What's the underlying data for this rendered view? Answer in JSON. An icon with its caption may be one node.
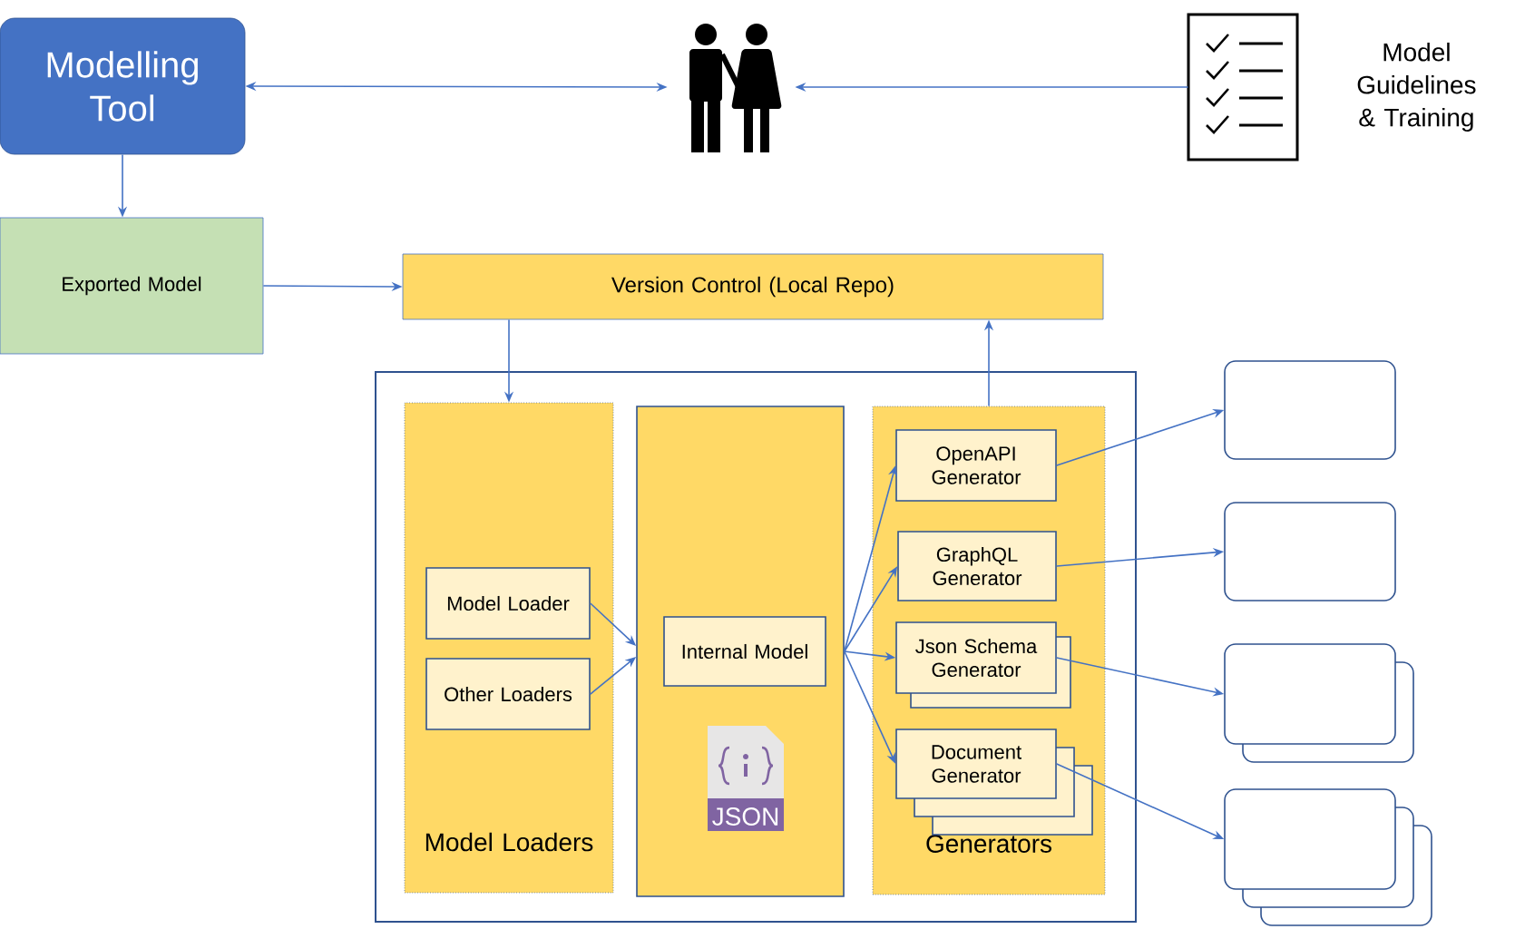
{
  "diagram": {
    "nodes": [
      {
        "text": [
          "Modelling Tool"
        ]
      },
      {
        "text": [],
        "shape": "person"
      },
      {
        "text": [],
        "shape": "picture",
        "beside": [
          "Model Guidelines & Training"
        ]
      },
      {
        "text": [
          "Exported Model"
        ]
      },
      {
        "text": [
          "Version Control (Local Repo)"
        ]
      },
      {
        "text": [],
        "shape": "box"
      },
      {
        "text": [
          "Model Loaders"
        ],
        "in": 5
      },
      {
        "text": [
          "Model Loader"
        ],
        "in": 6
      },
      {
        "text": [
          "Other Loaders"
        ],
        "in": 6
      },
      {
        "text": [],
        "shape": "box",
        "in": 5
      },
      {
        "text": [
          "Internal Model"
        ],
        "in": 9
      },
      {
        "text": [
          "Generators"
        ],
        "in": 5
      },
      {
        "text": [
          "OpenAPI Generator"
        ],
        "in": 11
      },
      {
        "text": [
          "GraphQL Generator"
        ],
        "in": 11
      },
      {
        "text": [
          "Json Schema Generator"
        ],
        "in": 11
      },
      {
        "text": [
          "Document Generator"
        ],
        "in": 11
      },
      {
        "text": [],
        "shape": "box"
      },
      {
        "text": [],
        "shape": "box"
      },
      {
        "text": [],
        "shape": "box"
      },
      {
        "text": [],
        "shape": "box"
      }
    ],
    "edges": [
      {
        "from": 0,
        "to": 1,
        "arrow": "both"
      },
      {
        "from": 2,
        "to": 1,
        "arrow": "to"
      },
      {
        "from": 0,
        "to": 3,
        "arrow": "to"
      },
      {
        "from": 3,
        "to": 4,
        "arrow": "to"
      },
      {
        "from": 4,
        "to": 6,
        "arrow": "to"
      },
      {
        "from": 11,
        "to": 4,
        "arrow": "to"
      },
      {
        "from": 7,
        "to": 9,
        "arrow": "to"
      },
      {
        "from": 8,
        "to": 9,
        "arrow": "to"
      },
      {
        "from": 9,
        "to": 12,
        "arrow": "to"
      },
      {
        "from": 9,
        "to": 13,
        "arrow": "to"
      },
      {
        "from": 9,
        "to": 14,
        "arrow": "to"
      },
      {
        "from": 9,
        "to": 15,
        "arrow": "to"
      },
      {
        "from": 12,
        "to": 16,
        "arrow": "to"
      },
      {
        "from": 13,
        "to": 17,
        "arrow": "to"
      },
      {
        "from": 14,
        "to": 18,
        "arrow": "to"
      },
      {
        "from": 15,
        "to": 19,
        "arrow": "to"
      }
    ],
    "labels": [
      "JSON"
    ]
  }
}
